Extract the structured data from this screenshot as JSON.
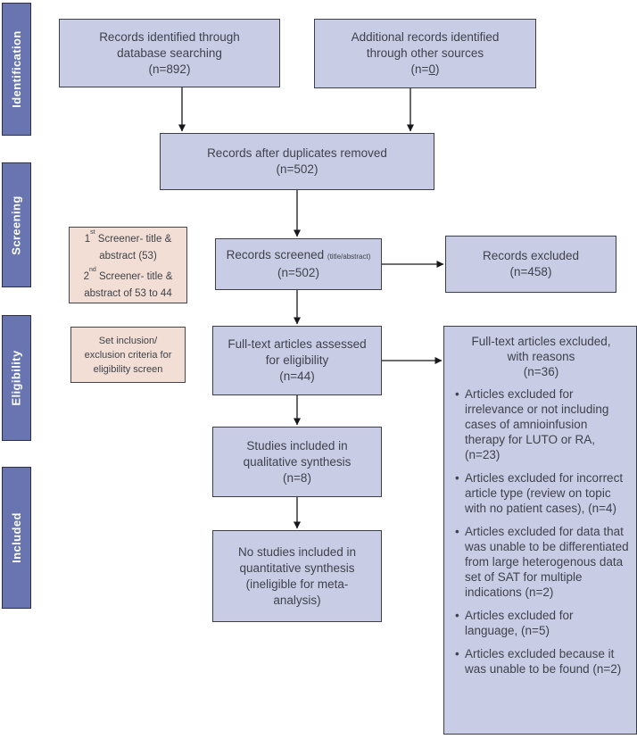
{
  "colors": {
    "sidebar": "#6875b0",
    "sidebar_border": "#2e3140",
    "box_fill": "#c9cce5",
    "box_border": "#3d3f48",
    "note_fill": "#f2ded4",
    "note_border": "#43454c",
    "text": "#3f424b",
    "arrow": "#17181c",
    "bg": "#ffffff"
  },
  "sidebar": {
    "stages": [
      {
        "label": "Identification"
      },
      {
        "label": "Screening"
      },
      {
        "label": "Eligibility"
      },
      {
        "label": "Included"
      }
    ]
  },
  "boxes": {
    "identified": {
      "lines": [
        "Records identified through",
        "database searching",
        "(n=892)"
      ]
    },
    "additional": {
      "line1": "Additional records identified",
      "line2": "through other sources",
      "n_prefix": "(n=",
      "n_underlined": "0",
      "n_suffix": ")"
    },
    "duplicates": {
      "lines": [
        "Records after duplicates removed",
        "(n=502)"
      ]
    },
    "screened": {
      "main": "Records screened",
      "small": "(title/abstract)",
      "n": "(n=502)"
    },
    "excluded": {
      "lines": [
        "Records excluded",
        "(n=458)"
      ]
    },
    "fulltext": {
      "lines": [
        "Full-text articles assessed",
        "for eligibility",
        "(n=44)"
      ]
    },
    "qualitative": {
      "lines": [
        "Studies included in",
        "qualitative synthesis",
        "(n=8)"
      ]
    },
    "quantitative": {
      "lines": [
        "No studies included in",
        "quantitative synthesis",
        "(ineligible for meta-",
        "analysis)"
      ]
    }
  },
  "notes": {
    "screeners": {
      "l1_num": "1",
      "l1_sup": "st",
      "l1_rest": " Screener- title &",
      "l2": "abstract (53)",
      "l3_num": "2",
      "l3_sup": "nd",
      "l3_rest": " Screener- title &",
      "l4": "abstract of 53 to 44"
    },
    "criteria": {
      "lines": [
        "Set inclusion/",
        "exclusion criteria for",
        "eligibility screen"
      ]
    }
  },
  "reasons_box": {
    "header_lines": [
      "Full-text articles excluded,",
      "with reasons",
      "(n=36)"
    ],
    "bullets": [
      "Articles excluded for irrelevance or not including cases of amnioinfusion therapy for LUTO or RA, (n=23)",
      "Articles excluded for incorrect article type (review on topic with no patient cases), (n=4)",
      "Articles excluded for data that was unable to be differentiated from large heterogenous data set of SAT for multiple indications (n=2)",
      "Articles excluded for language, (n=5)",
      "Articles excluded because it was unable to be found (n=2)"
    ]
  }
}
